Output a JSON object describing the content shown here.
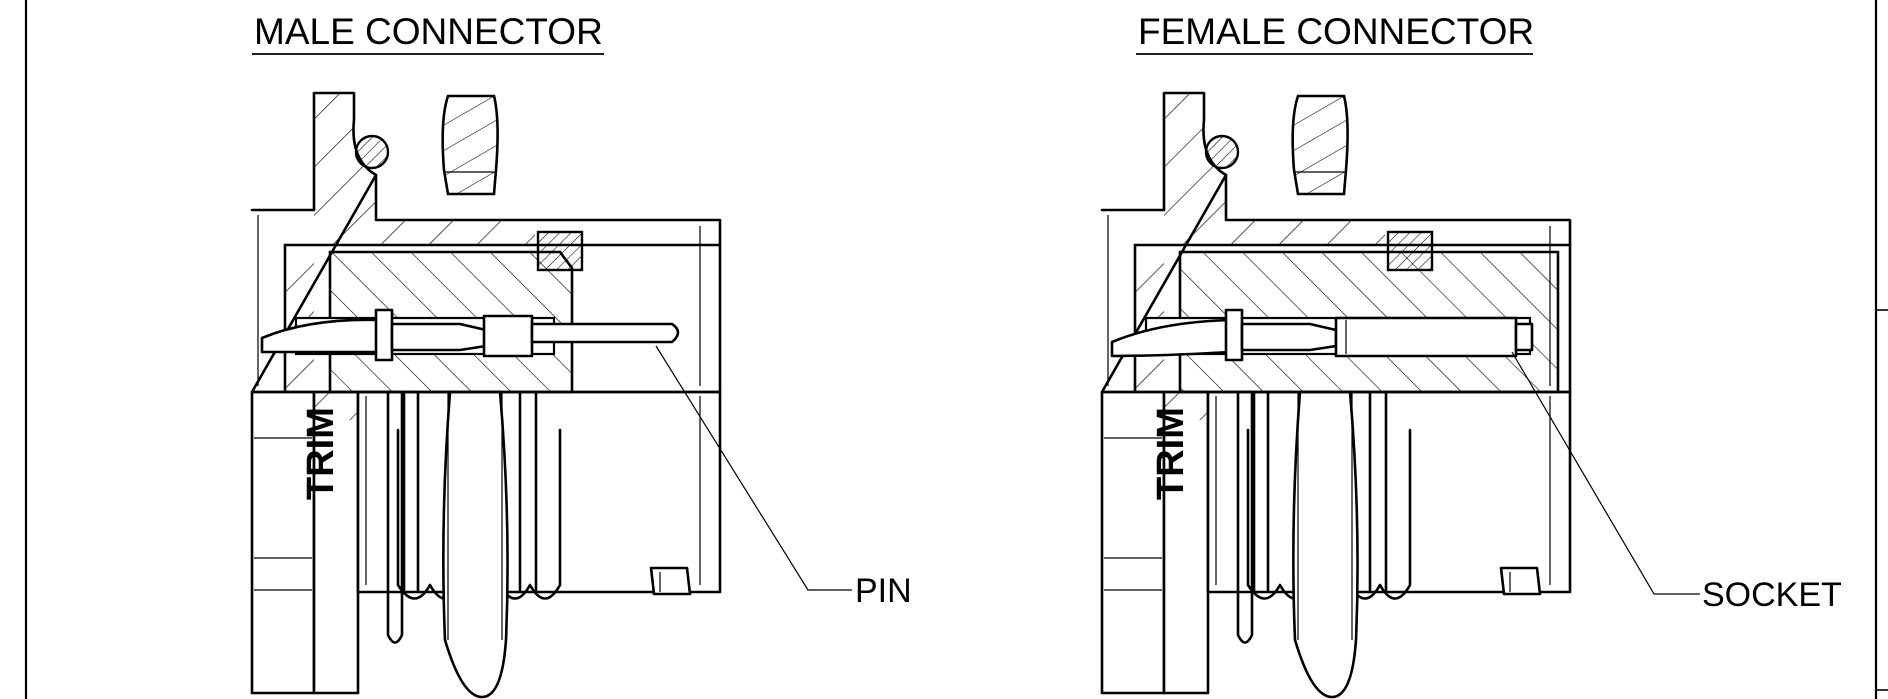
{
  "male": {
    "title": "MALE CONNECTOR",
    "trim_label": "TRIM",
    "callout": "PIN"
  },
  "female": {
    "title": "FEMALE CONNECTOR",
    "trim_label": "TRIM",
    "callout": "SOCKET"
  }
}
